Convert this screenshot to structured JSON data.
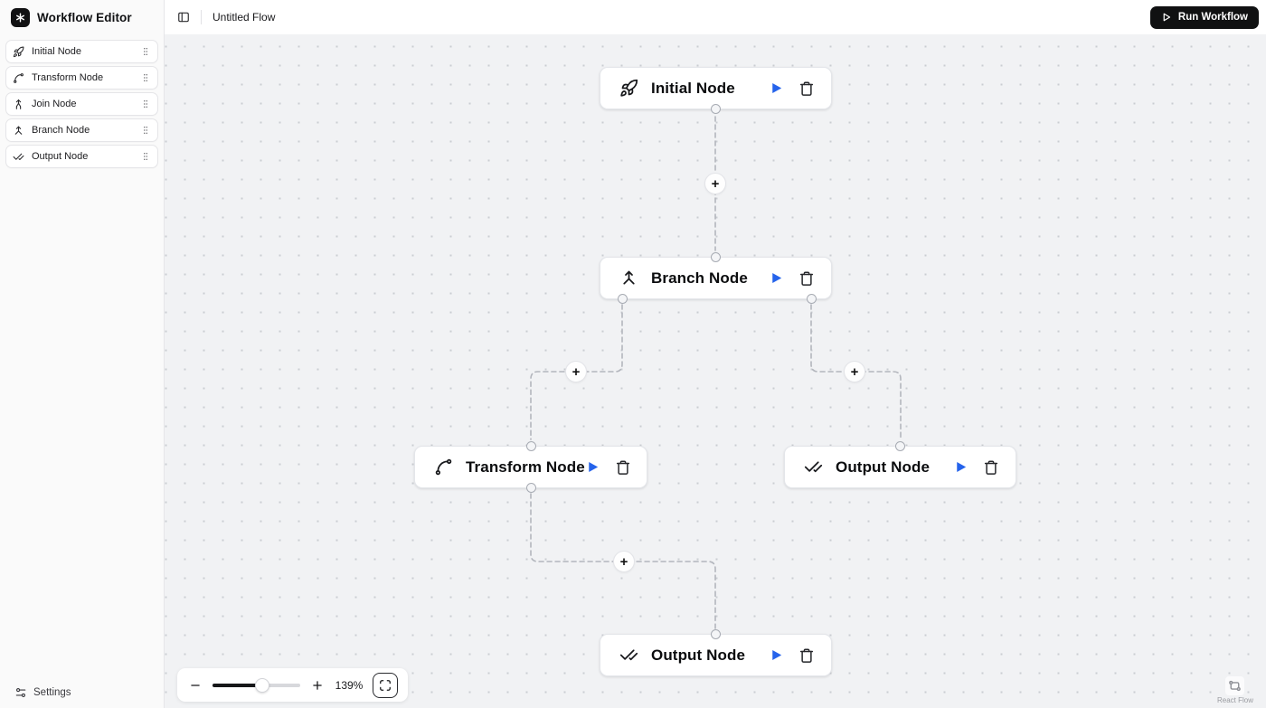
{
  "app": {
    "title": "Workflow Editor"
  },
  "topbar": {
    "flow_name": "Untitled Flow",
    "run_button_label": "Run Workflow"
  },
  "sidebar": {
    "items": [
      {
        "label": "Initial Node",
        "icon": "rocket-icon"
      },
      {
        "label": "Transform Node",
        "icon": "spline-icon"
      },
      {
        "label": "Join Node",
        "icon": "merge-icon"
      },
      {
        "label": "Branch Node",
        "icon": "split-icon"
      },
      {
        "label": "Output Node",
        "icon": "check-check-icon"
      }
    ],
    "settings_label": "Settings"
  },
  "canvas": {
    "nodes": [
      {
        "id": "initial",
        "label": "Initial Node",
        "icon": "rocket-icon"
      },
      {
        "id": "branch",
        "label": "Branch Node",
        "icon": "split-icon"
      },
      {
        "id": "transform",
        "label": "Transform Node",
        "icon": "spline-icon"
      },
      {
        "id": "output-right",
        "label": "Output Node",
        "icon": "check-check-icon"
      },
      {
        "id": "output-bottom",
        "label": "Output Node",
        "icon": "check-check-icon"
      }
    ],
    "edge_add_label": "+"
  },
  "controls": {
    "zoom_level": "139%"
  },
  "attribution": {
    "label": "React Flow"
  },
  "colors": {
    "accent_blue": "#2563eb",
    "run_button_black": "#101112",
    "canvas_bg": "#f1f2f4",
    "edge_gray": "#b3b6bd"
  }
}
